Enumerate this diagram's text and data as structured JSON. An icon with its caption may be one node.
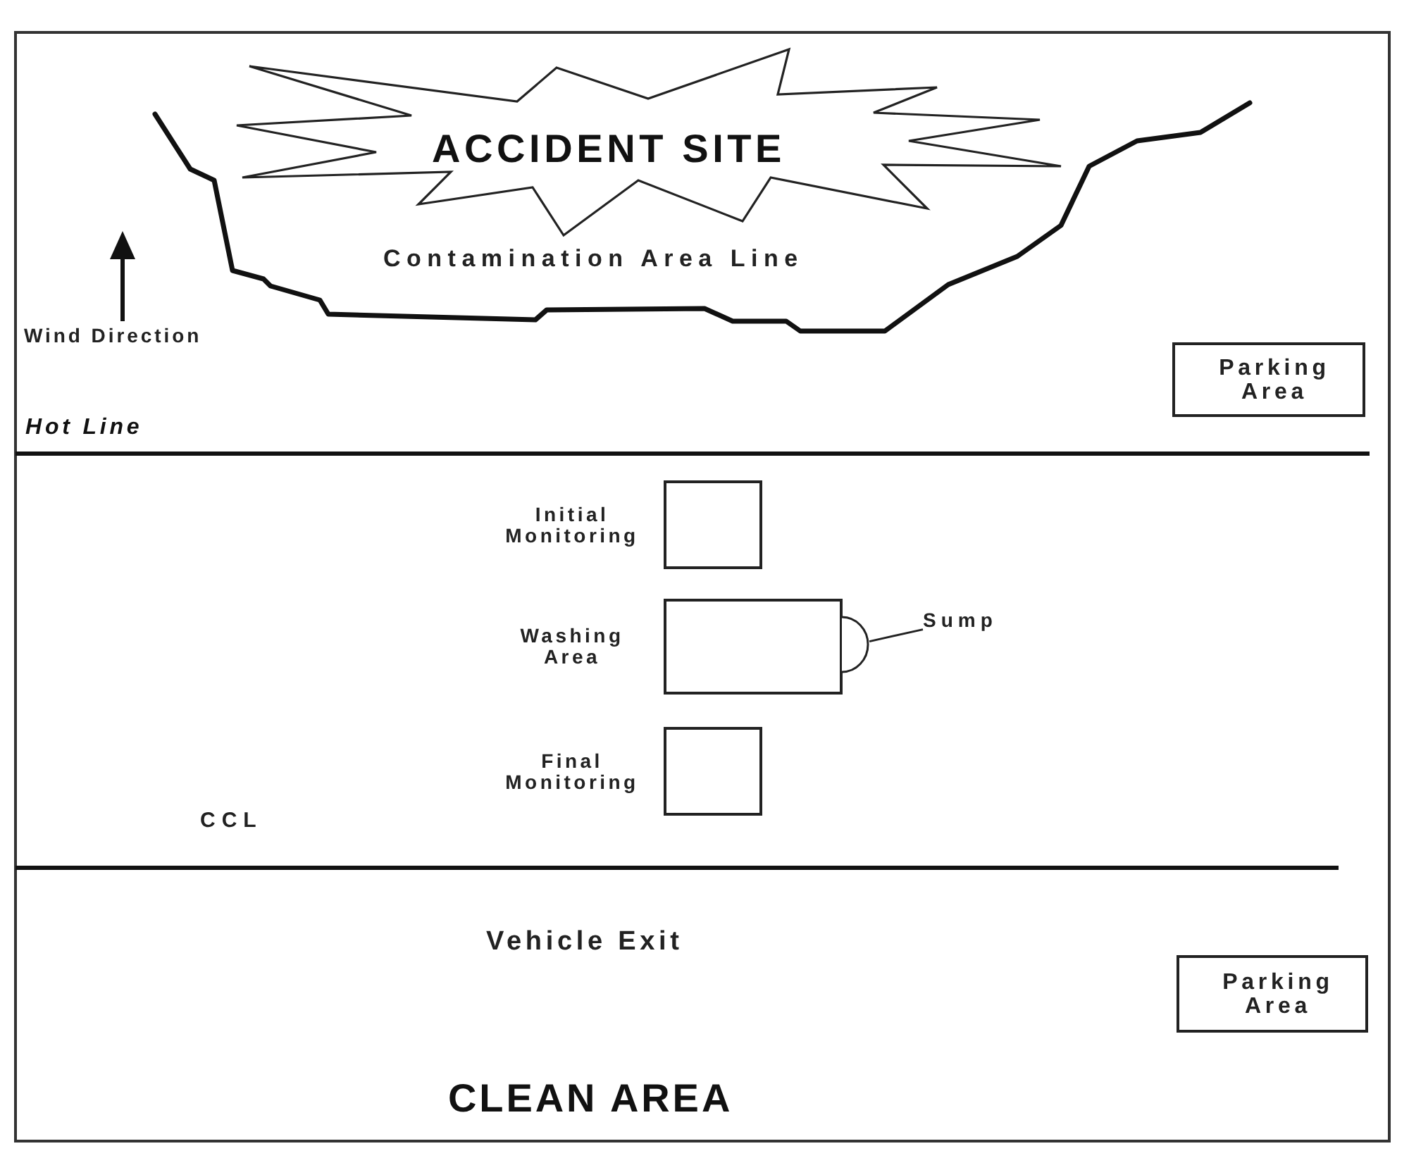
{
  "diagram": {
    "nodes": [
      {
        "text": [
          "ACCIDENT SITE"
        ]
      },
      {
        "text": [
          "Parking Area"
        ]
      },
      {
        "text": [],
        "shape": "box",
        "beside": [
          "Initial Monitoring"
        ]
      },
      {
        "text": [],
        "shape": "box",
        "beside": [
          "Washing Area"
        ]
      },
      {
        "text": [],
        "shape": "semicircle"
      },
      {
        "text": [
          "Sump"
        ]
      },
      {
        "text": [],
        "shape": "box",
        "beside": [
          "Final Monitoring"
        ]
      },
      {
        "text": [
          "Parking Area"
        ]
      }
    ],
    "edges": [
      {
        "from": 5,
        "to": 4,
        "arrow": "none"
      }
    ],
    "labels": [
      "Contamination Area Line",
      "Wind Direction",
      "Hot Line",
      "CCL",
      "Vehicle Exit",
      "CLEAN AREA"
    ]
  }
}
